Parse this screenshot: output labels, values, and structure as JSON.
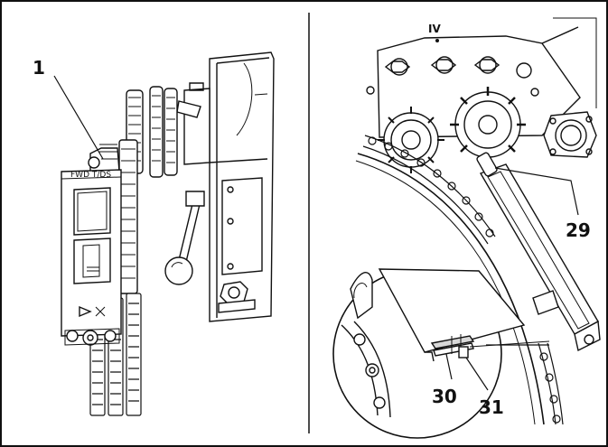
{
  "figure": {
    "callouts": {
      "c1": "1",
      "c29": "29",
      "c30": "30",
      "c31": "31"
    },
    "roman_numeral": "IV",
    "colors": {
      "ink": "#111111",
      "paper": "#ffffff",
      "shade": "#d8d8d8"
    }
  }
}
